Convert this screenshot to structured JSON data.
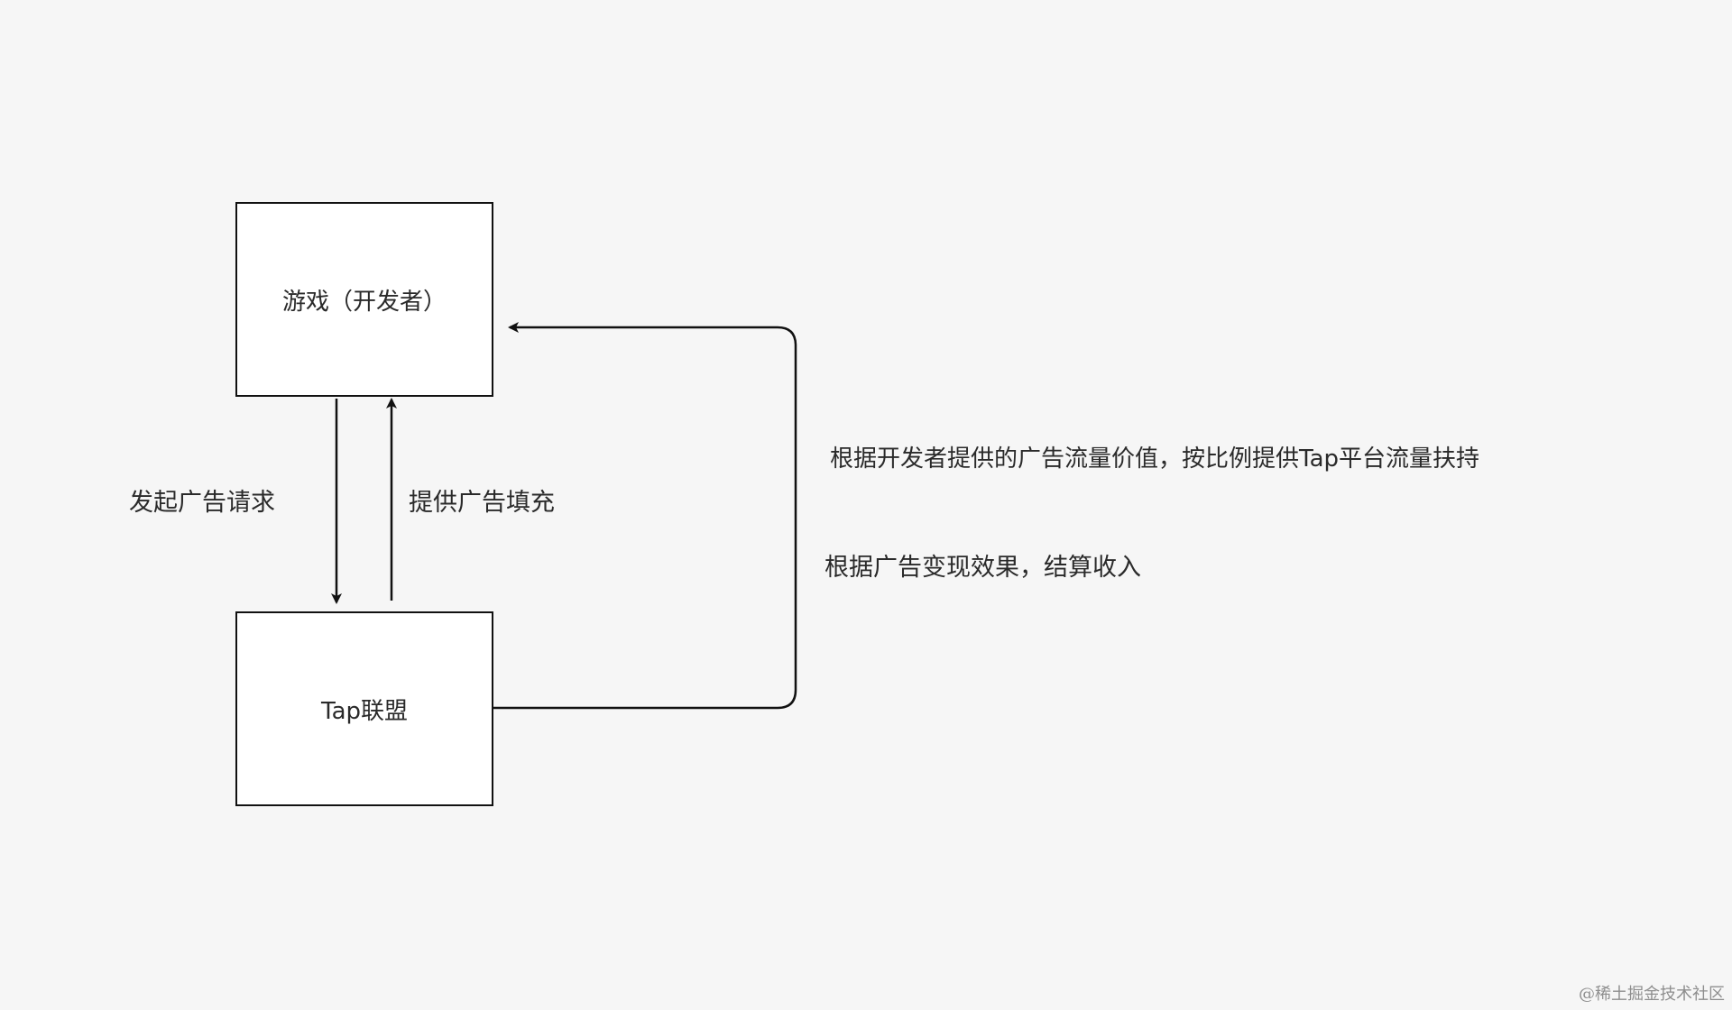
{
  "nodes": {
    "game": {
      "label": "游戏（开发者）"
    },
    "tap": {
      "label": "Tap联盟"
    }
  },
  "edges": {
    "request": {
      "label": "发起广告请求"
    },
    "fill": {
      "label": "提供广告填充"
    },
    "traffic_support": {
      "label": "根据开发者提供的广告流量价值，按比例提供Tap平台流量扶持"
    },
    "settlement": {
      "label": "根据广告变现效果，结算收入"
    }
  },
  "watermark": "@稀土掘金技术社区",
  "colors": {
    "background": "#f6f6f6",
    "box_fill": "#ffffff",
    "stroke": "#111111",
    "text": "#2a2a2a"
  }
}
